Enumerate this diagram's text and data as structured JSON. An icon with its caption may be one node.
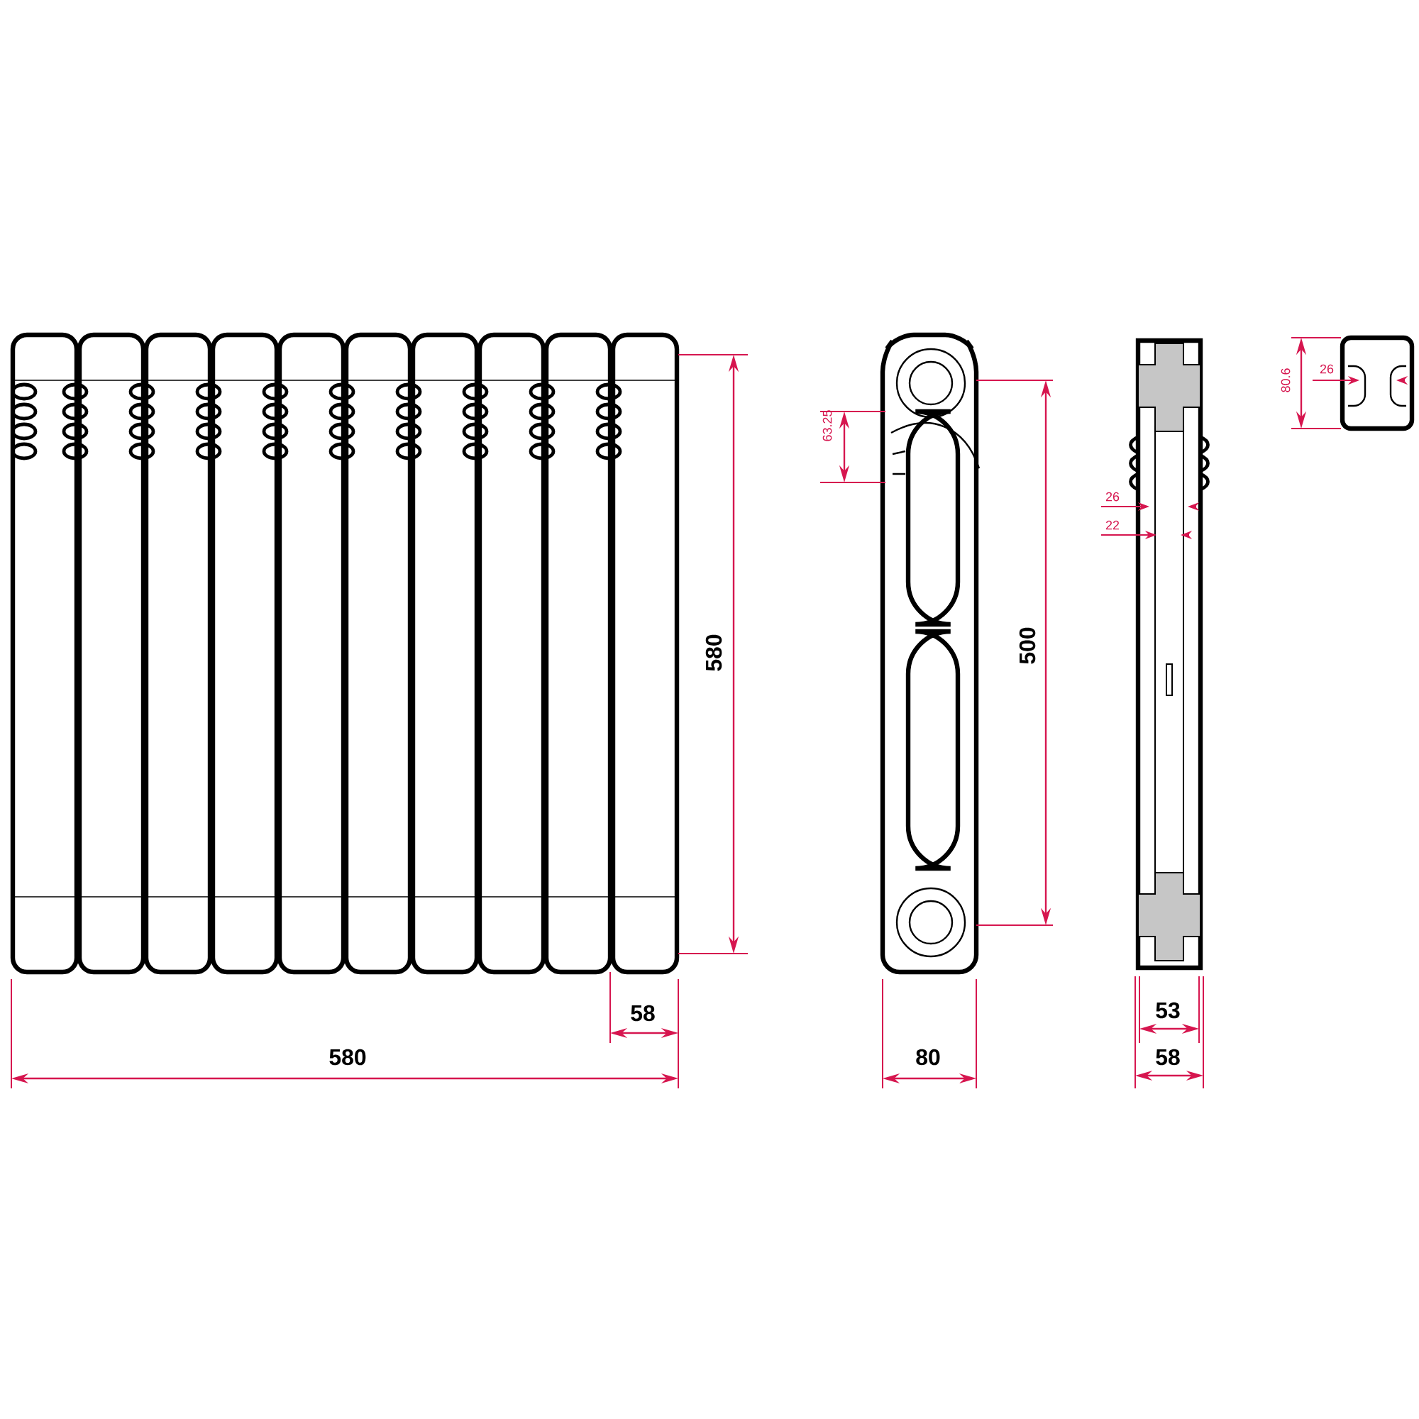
{
  "diagram": {
    "labels": [
      "80.6",
      "26",
      "63.25",
      "26",
      "22",
      "500",
      "580",
      "53",
      "58",
      "80",
      "580",
      "58"
    ]
  }
}
